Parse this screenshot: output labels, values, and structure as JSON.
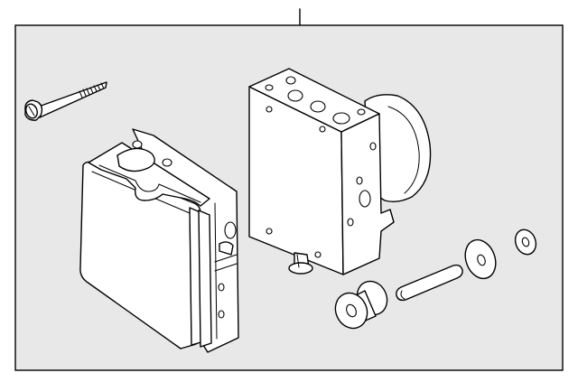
{
  "diagram": {
    "frame_fill": "#e8e8e8",
    "line_color": "#000000",
    "part_fill": "#ffffff",
    "parts": [
      {
        "id": "bolt",
        "icon": "bolt-icon"
      },
      {
        "id": "control-module",
        "icon": "control-module-icon"
      },
      {
        "id": "hydraulic-unit",
        "icon": "hydraulic-unit-icon"
      },
      {
        "id": "grommet",
        "icon": "grommet-icon"
      },
      {
        "id": "pin",
        "icon": "pin-icon"
      },
      {
        "id": "washer-large",
        "icon": "washer-icon"
      },
      {
        "id": "washer-small",
        "icon": "washer-icon"
      }
    ]
  }
}
